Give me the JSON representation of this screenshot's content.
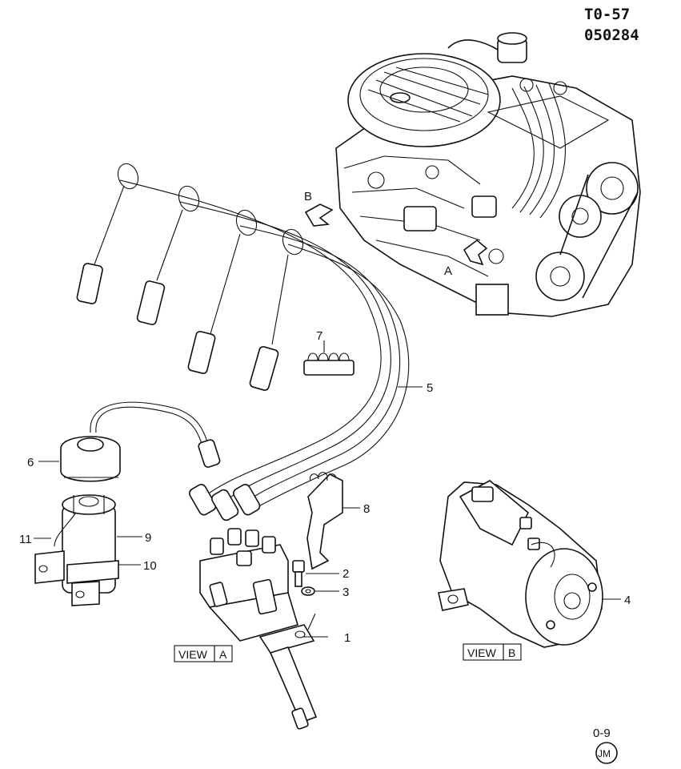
{
  "header": {
    "code_line1": "T0-57",
    "code_line2": "050284"
  },
  "view_labels": {
    "a": {
      "word": "VIEW",
      "letter": "A"
    },
    "b": {
      "word": "VIEW",
      "letter": "B"
    }
  },
  "engine_letters": {
    "b": "B",
    "a": "A"
  },
  "callouts": {
    "c1": "1",
    "c2": "2",
    "c3": "3",
    "c4": "4",
    "c5": "5",
    "c6": "6",
    "c7": "7",
    "c8": "8",
    "c9": "9",
    "c10": "10",
    "c11": "11"
  },
  "footer": {
    "page": "0-9",
    "stamp": "JM"
  }
}
